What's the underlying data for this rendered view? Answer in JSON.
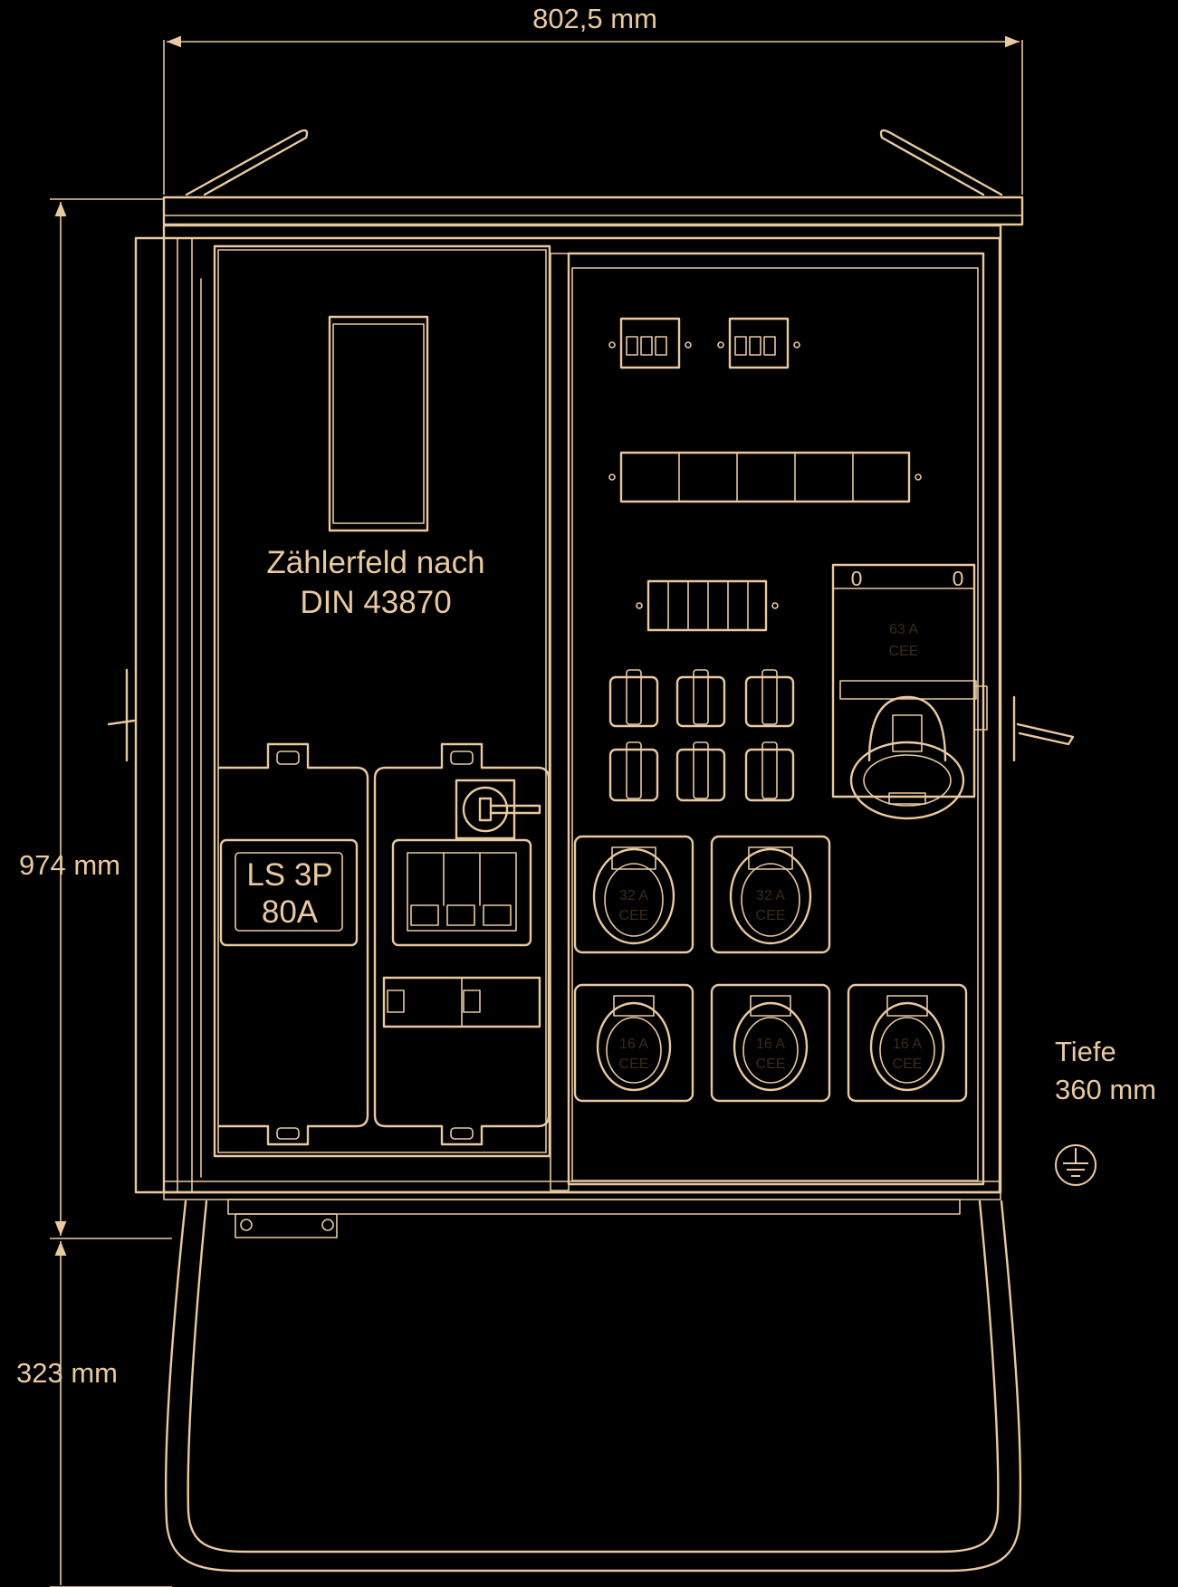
{
  "colors": {
    "background": "#000000",
    "line": "#e8c9a0",
    "dim_line": "#e8c9a0",
    "text": "#e8c9a0"
  },
  "dimensions": {
    "width": "802,5 mm",
    "height_cabinet": "974 mm",
    "height_stand": "323 mm",
    "depth_line1": "Tiefe",
    "depth_line2": "360 mm"
  },
  "meter_field": {
    "line1": "Zählerfeld nach",
    "line2": "DIN 43870"
  },
  "breaker_label": {
    "line1": "LS 3P",
    "line2": "80A"
  },
  "switch_positions": {
    "left": "0",
    "right": "0"
  },
  "sockets": {
    "cee63": {
      "line1": "63 A",
      "line2": "CEE"
    },
    "cee32": {
      "line1": "32 A",
      "line2": "CEE"
    },
    "cee16": {
      "line1": "16 A",
      "line2": "CEE"
    }
  },
  "icons": {
    "ground": "protective-earth-symbol"
  }
}
